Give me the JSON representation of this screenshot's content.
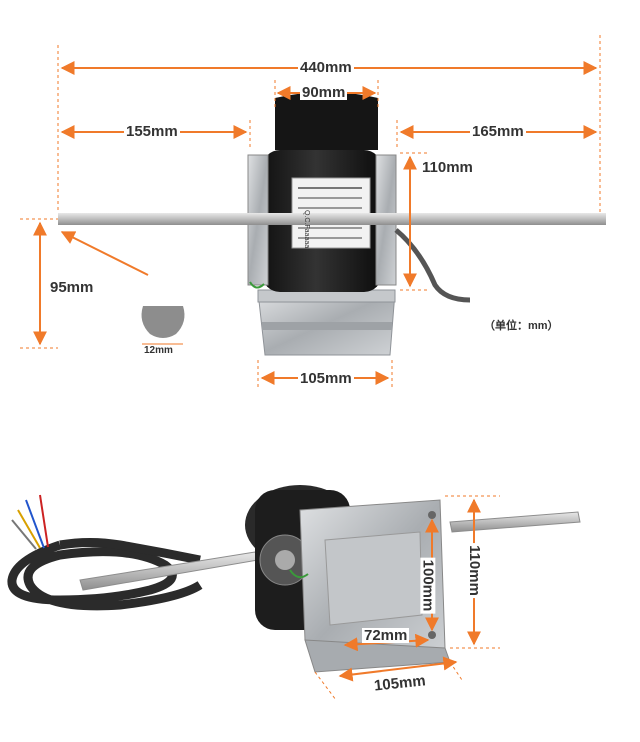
{
  "top_photo": {
    "dimensions": {
      "overall_length": "440mm",
      "body_width": "90mm",
      "left_shaft": "155mm",
      "right_shaft": "165mm",
      "body_height": "110mm",
      "shaft_height": "95mm",
      "shaft_diameter": "12mm",
      "base_width": "105mm"
    },
    "unit_note": "（单位：mm）",
    "label_brand": "Q.C.Faaaaa"
  },
  "bottom_photo": {
    "dimensions": {
      "bracket_height_outer": "110mm",
      "bracket_height_inner": "100mm",
      "bracket_hole_spacing": "72mm",
      "bracket_width": "105mm"
    }
  },
  "colors": {
    "dimension_line": "#f07a2a",
    "motor_body": "#1e1e1e",
    "bracket": "#b9bcc0",
    "shaft": "#c9c9c9"
  }
}
